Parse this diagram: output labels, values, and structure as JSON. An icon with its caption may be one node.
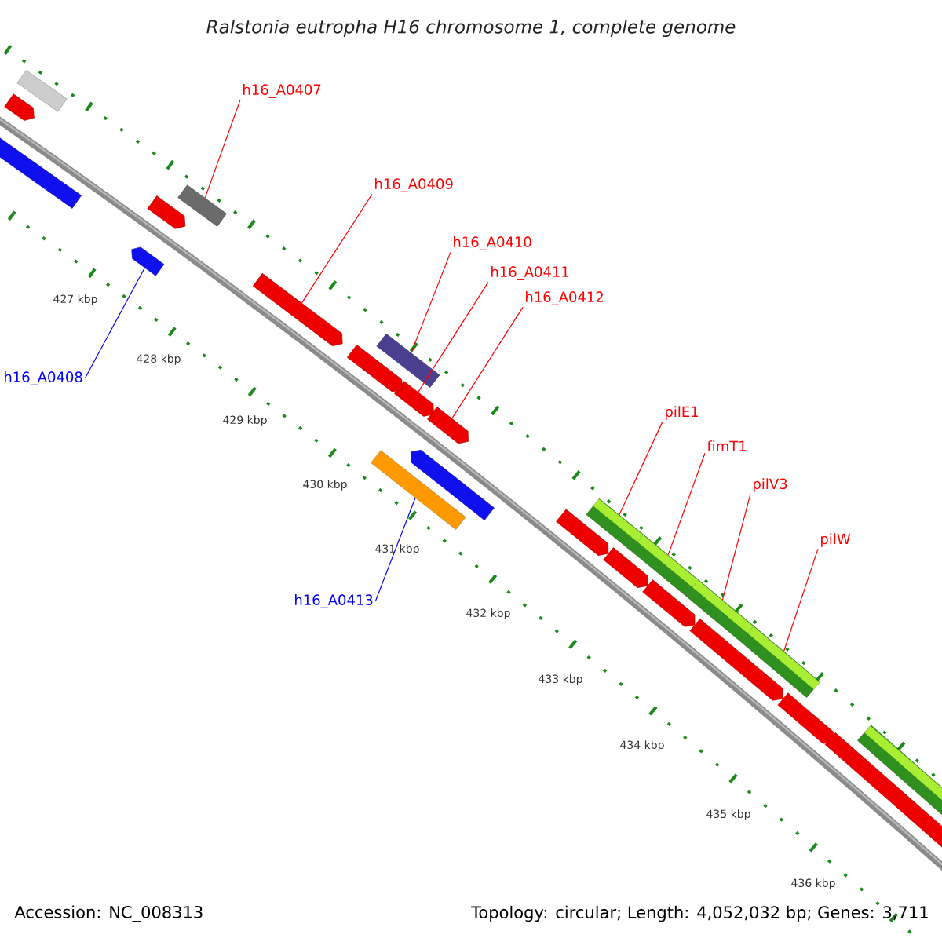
{
  "diagram": {
    "title": "Ralstonia eutropha H16 chromosome 1, complete genome",
    "nodes": [
      {
        "text": [
          "h16_A0407"
        ]
      },
      {
        "text": [],
        "shape": "bar"
      },
      {
        "text": [
          "h16_A0409"
        ]
      },
      {
        "text": [],
        "shape": "arrow"
      },
      {
        "text": [
          "h16_A0410"
        ]
      },
      {
        "text": [],
        "shape": "bar"
      },
      {
        "text": [
          "h16_A0411"
        ]
      },
      {
        "text": [],
        "shape": "arrow"
      },
      {
        "text": [
          "h16_A0412"
        ]
      },
      {
        "text": [],
        "shape": "arrow"
      },
      {
        "text": [
          "h16_A0408"
        ]
      },
      {
        "text": [],
        "shape": "arrow"
      },
      {
        "text": [
          "pilE1"
        ]
      },
      {
        "text": [],
        "shape": "bar"
      },
      {
        "text": [
          "fimT1"
        ]
      },
      {
        "text": [],
        "shape": "bar"
      },
      {
        "text": [
          "pilV3"
        ]
      },
      {
        "text": [],
        "shape": "bar"
      },
      {
        "text": [
          "pilW"
        ]
      },
      {
        "text": [],
        "shape": "bar"
      },
      {
        "text": [
          "h16_A0413"
        ]
      },
      {
        "text": [],
        "shape": "bar"
      },
      {
        "text": [],
        "shape": "bar"
      },
      {
        "text": [],
        "shape": "bar"
      },
      {
        "text": [],
        "shape": "arrow"
      },
      {
        "text": [],
        "shape": "arrow"
      },
      {
        "text": [],
        "shape": "arrow"
      },
      {
        "text": [],
        "shape": "arrow"
      },
      {
        "text": [],
        "shape": "arrow"
      },
      {
        "text": [],
        "shape": "arrow"
      },
      {
        "text": [],
        "shape": "arrow"
      },
      {
        "text": [],
        "shape": "arrow"
      },
      {
        "text": [],
        "shape": "arrow"
      },
      {
        "text": [],
        "shape": "arrow"
      },
      {
        "text": [],
        "shape": "bar"
      }
    ],
    "edges": [
      {
        "from": 0,
        "to": 1,
        "arrow": "none"
      },
      {
        "from": 2,
        "to": 3,
        "arrow": "none"
      },
      {
        "from": 4,
        "to": 5,
        "arrow": "none"
      },
      {
        "from": 6,
        "to": 7,
        "arrow": "none"
      },
      {
        "from": 8,
        "to": 9,
        "arrow": "none"
      },
      {
        "from": 10,
        "to": 11,
        "arrow": "none",
        "color": "#0000ff"
      },
      {
        "from": 12,
        "to": 13,
        "arrow": "none"
      },
      {
        "from": 14,
        "to": 15,
        "arrow": "none"
      },
      {
        "from": 16,
        "to": 17,
        "arrow": "none"
      },
      {
        "from": 18,
        "to": 19,
        "arrow": "none"
      },
      {
        "from": 20,
        "to": 21,
        "arrow": "none",
        "color": "#0000ff"
      }
    ],
    "labels": [
      "427 kbp",
      "428 kbp",
      "429 kbp",
      "430 kbp",
      "431 kbp",
      "432 kbp",
      "433 kbp",
      "434 kbp",
      "435 kbp",
      "436 kbp",
      "Accession: NC_008313",
      "Topology: circular; Length: 4,052,032 bp; Genes: 3,711"
    ]
  }
}
